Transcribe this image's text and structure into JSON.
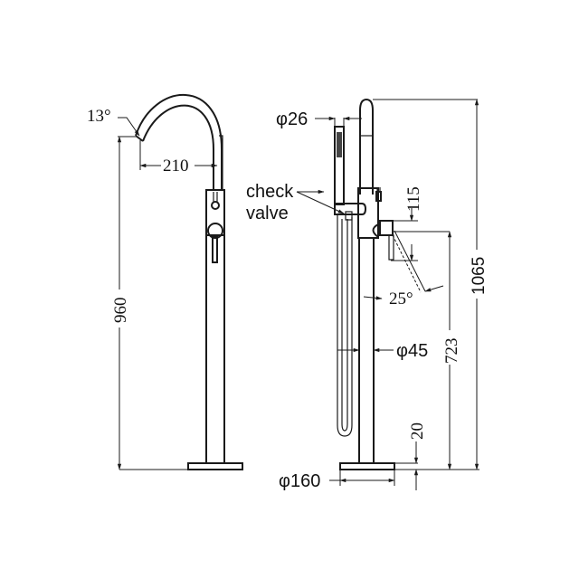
{
  "drawing": {
    "type": "technical-dimension-drawing",
    "subject": "freestanding bath mixer with hand shower",
    "background": "#ffffff",
    "line_color": "#1a1a1a",
    "side_view": {
      "angle_label": "13°",
      "spout_reach_label": "210",
      "height_label": "960"
    },
    "front_view": {
      "handshower_diameter_label": "φ26",
      "check_valve_label_line1": "check",
      "check_valve_label_line2": "valve",
      "handle_offset_label": "115",
      "handle_angle_label": "25°",
      "body_diameter_label": "φ45",
      "handle_height_label": "723",
      "total_height_label": "1065",
      "base_thickness_label": "20",
      "base_diameter_label": "φ160"
    }
  }
}
